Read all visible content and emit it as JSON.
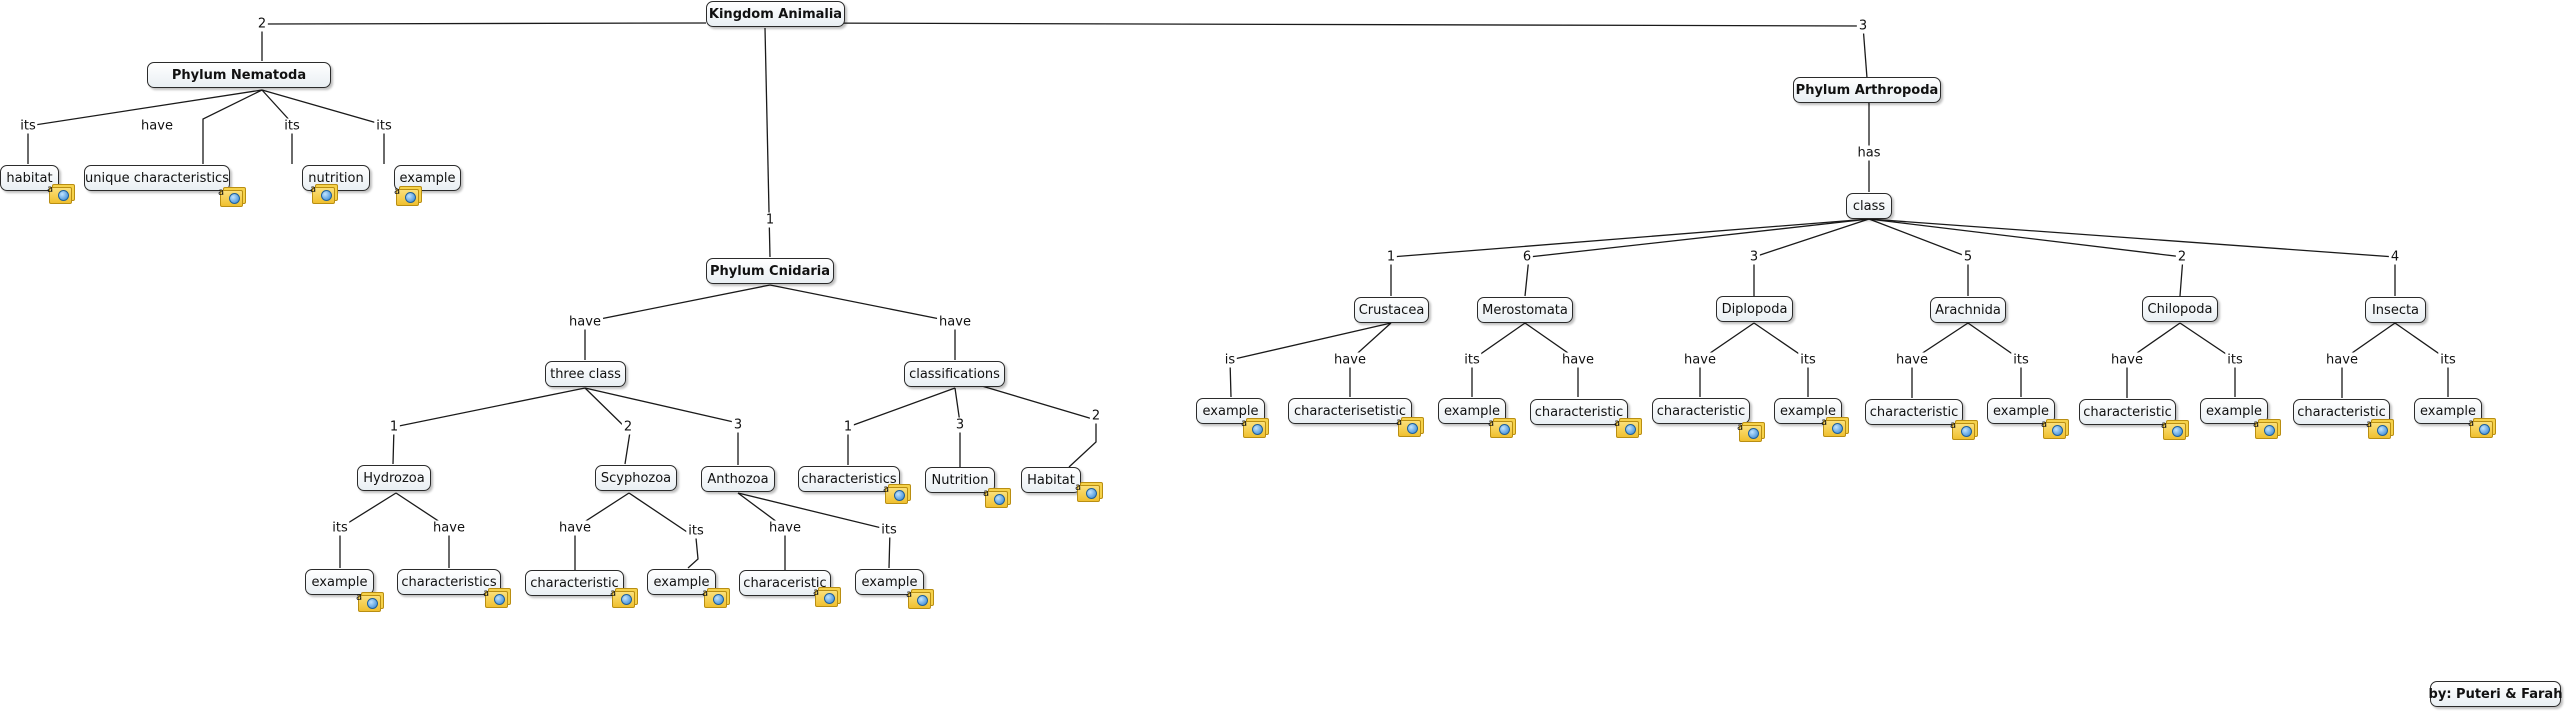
{
  "root": "Kingdom Animalia",
  "credit": "by: Puteri & Farah",
  "link_labels": {
    "two": "2",
    "three": "3",
    "one": "1",
    "four": "4",
    "five": "5",
    "six": "6",
    "its": "its",
    "have": "have",
    "has": "has",
    "is": "is"
  },
  "nematoda": {
    "title": "Phylum Nematoda",
    "habitat": "habitat",
    "unique": "unique characteristics",
    "nutrition": "nutrition",
    "example": "example"
  },
  "cnidaria": {
    "title": "Phylum Cnidaria",
    "three_class": "three class",
    "classifications": "classifications",
    "hydrozoa": "Hydrozoa",
    "scyphozoa": "Scyphozoa",
    "anthozoa": "Anthozoa",
    "characteristics": "characteristics",
    "nutrition": "Nutrition",
    "habitat": "Habitat",
    "hyd_example": "example",
    "hyd_characteristics": "characteristics",
    "scy_characteristic": "characteristic",
    "scy_example": "example",
    "ant_characteristic": "characeristic",
    "ant_example": "example"
  },
  "arthropoda": {
    "title": "Phylum Arthropoda",
    "class": "class",
    "crustacea": "Crustacea",
    "merostomata": "Merostomata",
    "diplopoda": "Diplopoda",
    "arachnida": "Arachnida",
    "chilopoda": "Chilopoda",
    "insecta": "Insecta",
    "cru_example": "example",
    "cru_characteristic": "characterisetistic",
    "mer_example": "example",
    "mer_characteristic": "characteristic",
    "dip_characteristic": "characteristic",
    "dip_example": "example",
    "ara_characteristic": "characteristic",
    "ara_example": "example",
    "chi_characteristic": "characteristic",
    "chi_example": "example",
    "ins_characteristic": "characteristic",
    "ins_example": "example"
  },
  "resource_icon": "resource-folder-icon",
  "colors": {
    "node_border": "#2b2b2b",
    "node_fill": "#e9eff3",
    "line": "#1a1a1a",
    "icon": "#f0c030"
  }
}
